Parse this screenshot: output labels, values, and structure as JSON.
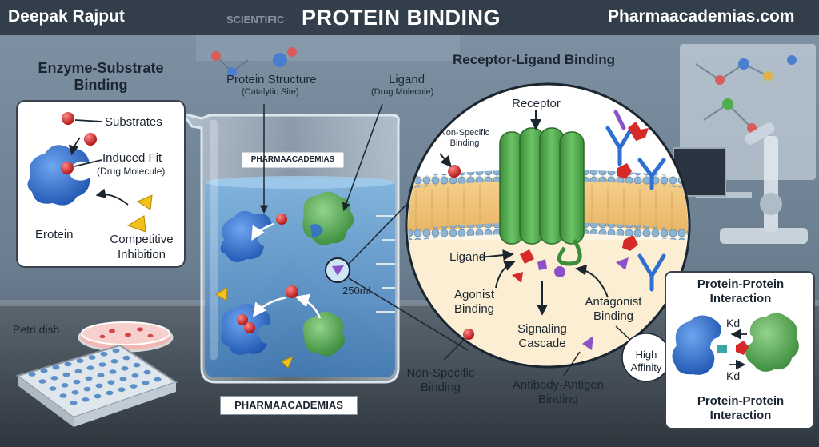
{
  "header": {
    "author": "Deepak Rajput",
    "title": "PROTEIN BINDING",
    "website": "Pharmaacademias.com",
    "background_poster_text": "SCIENTIFIC"
  },
  "enzyme_panel": {
    "title_line1": "Enzyme-Substrate",
    "title_line2": "Binding",
    "substrates": "Substrates",
    "induced_fit": "Induced Fit",
    "induced_fit_sub": "(Drug Molecule)",
    "enzyme": "Erotein",
    "competitive_line1": "Competitive",
    "competitive_line2": "Inhibition"
  },
  "beaker": {
    "protein_structure": "Protein Structure",
    "protein_structure_sub": "(Catalytic Site)",
    "ligand": "Ligand",
    "ligand_sub": "(Drug Molecule)",
    "label": "PHARMAACADEMIAS",
    "volume": "250ml",
    "bottom_label": "PHARMAACADEMIAS"
  },
  "bench": {
    "petri_dish": "Petri dish"
  },
  "receptor_panel": {
    "title": "Receptor-Ligand Binding",
    "receptor": "Receptor",
    "non_specific_line1": "Non-Specific",
    "non_specific_line2": "Binding",
    "ligand": "Ligand",
    "agonist_line1": "Agonist",
    "agonist_line2": "Binding",
    "signaling_line1": "Signaling",
    "signaling_line2": "Cascade",
    "antagonist_line1": "Antagonist",
    "antagonist_line2": "Binding"
  },
  "bottom_labels": {
    "non_specific_line1": "Non-Specific",
    "non_specific_line2": "Binding",
    "antibody_line1": "Antibody-Antigen",
    "antibody_line2": "Binding",
    "high_affinity_line1": "High",
    "high_affinity_line2": "Affinity"
  },
  "ppi_panel": {
    "title_line1": "Protein-Protein",
    "title_line2": "Interaction",
    "kd_top": "Kd",
    "kd_bottom": "Kd",
    "bottom_line1": "Protein-Protein",
    "bottom_line2": "Interaction"
  },
  "colors": {
    "substrate_red": "#d62a2a",
    "enzyme_blue": "#2f6fd1",
    "inhibitor_yellow": "#f2c21b",
    "receptor_green": "#4fae4a",
    "membrane_orange": "#f3c57a",
    "liquid_blue": "#5c97cc",
    "antagonist_purple": "#8a52c6"
  }
}
